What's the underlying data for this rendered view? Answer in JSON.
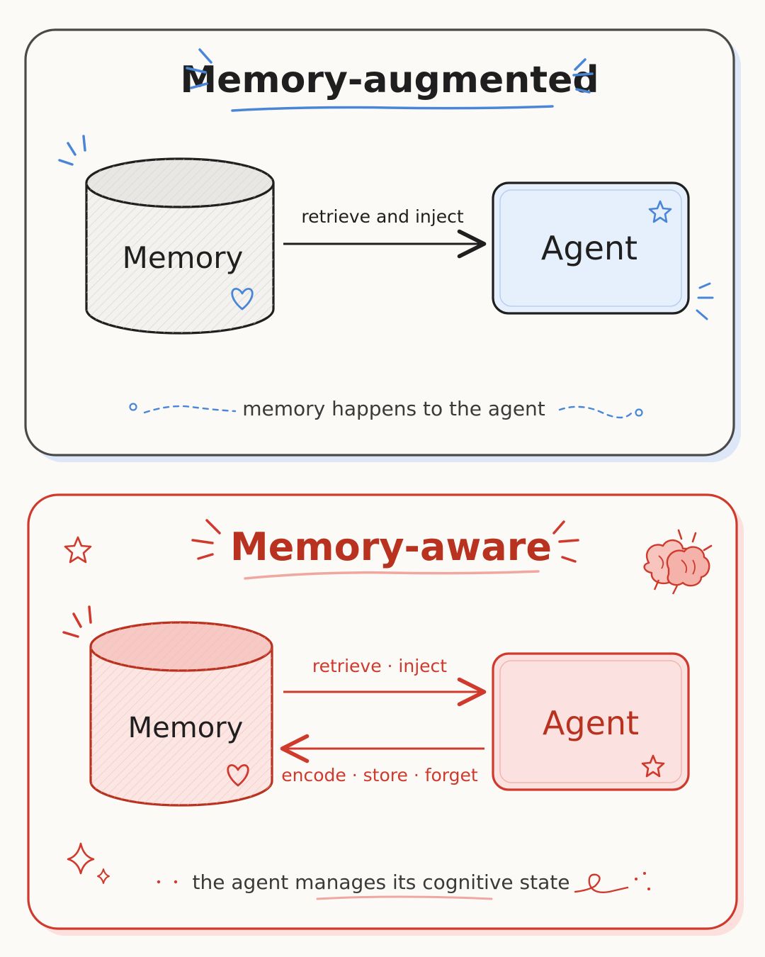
{
  "colors": {
    "background": "#fbfaf7",
    "ink": "#1f1f1f",
    "panel_border_top": "#4a4a4a",
    "blue_accent": "#4a86d8",
    "blue_fill": "#e6effc",
    "blue_shadow": "#dde7f7",
    "red_accent": "#cf3a2c",
    "red_fill": "#fbe1df",
    "red_shadow": "#fbe0dd",
    "muted_text": "#3a3a3a"
  },
  "panels": [
    {
      "id": "augmented",
      "title": "Memory-augmented",
      "memory_label": "Memory",
      "agent_label": "Agent",
      "forward_edge_label": "retrieve and inject",
      "caption": "memory  happens to the agent"
    },
    {
      "id": "aware",
      "title": "Memory-aware",
      "memory_label": "Memory",
      "agent_label": "Agent",
      "forward_edge_label": "retrieve · inject",
      "backward_edge_label": "encode · store · forget",
      "caption": "the agent manages its cognitive state"
    }
  ],
  "icons": {
    "heart": "heart-icon",
    "star": "star-icon",
    "brain": "brain-icon",
    "sparkle": "sparkle-icon"
  }
}
